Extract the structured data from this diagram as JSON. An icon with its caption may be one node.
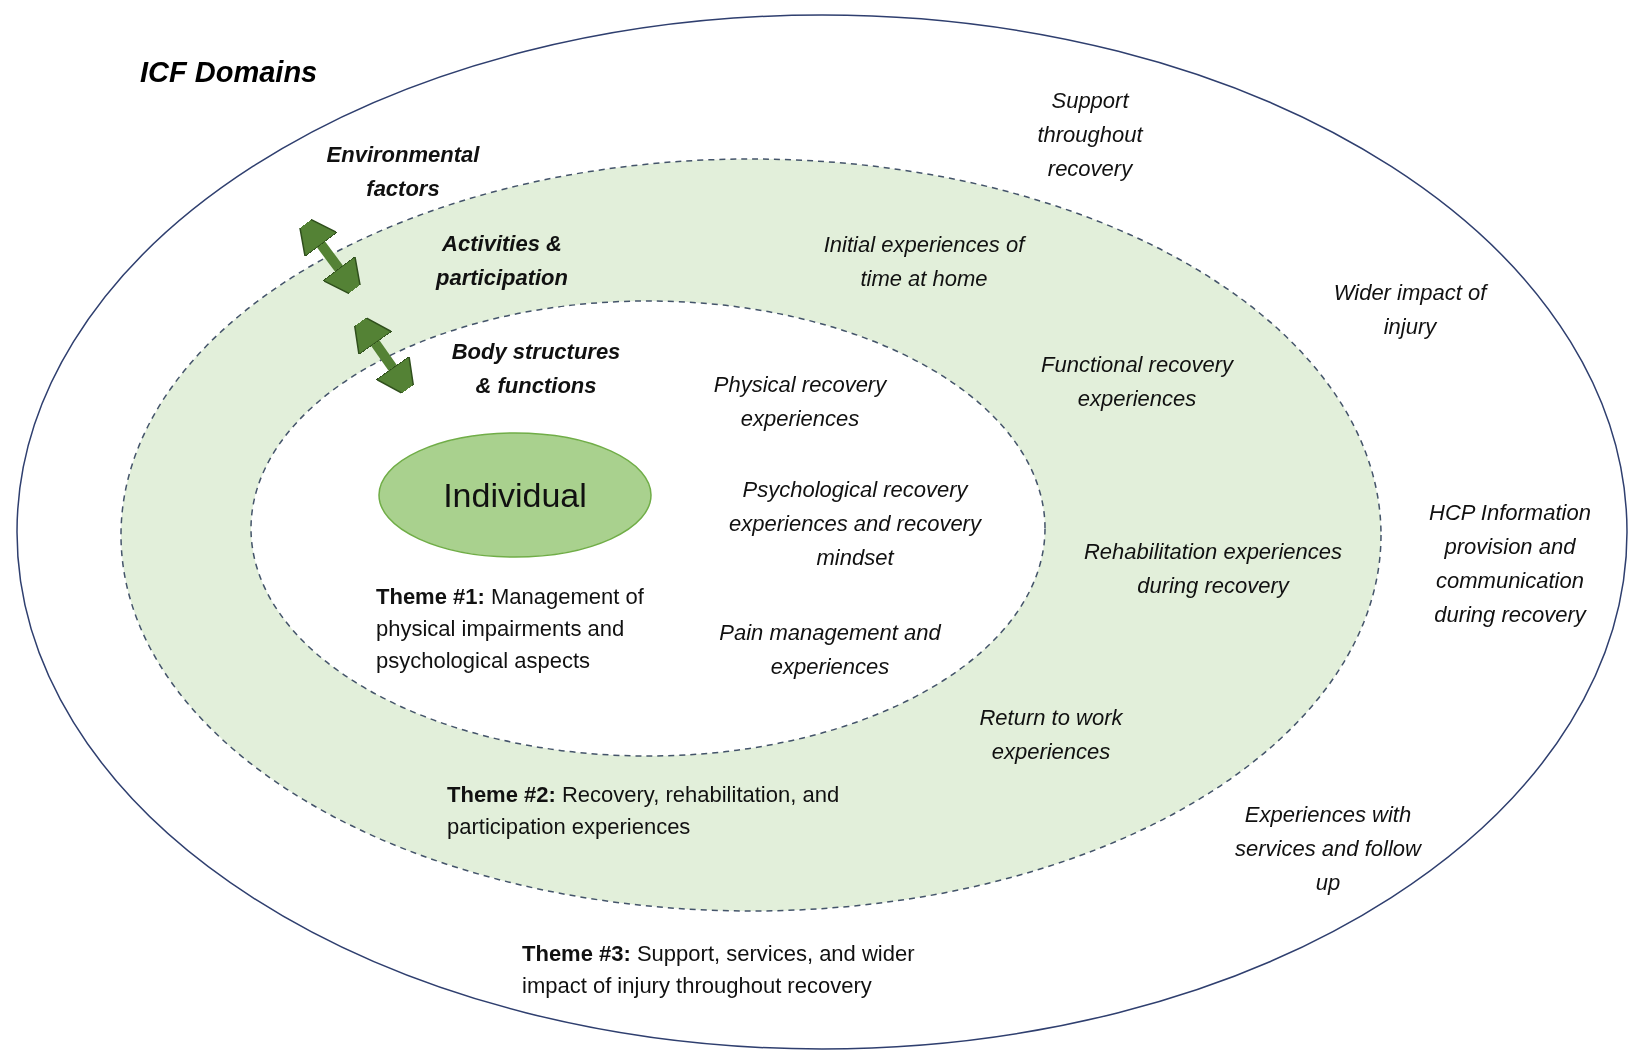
{
  "diagram": {
    "title": "ICF Domains",
    "nodes": [
      {
        "text": [
          "Environmental factors",
          "Support throughout recovery",
          "Wider impact of injury",
          "HCP Information provision and communication during recovery",
          "Experiences with services and follow up",
          "**Theme #3:** Support, services, and wider impact of injury throughout recovery"
        ]
      },
      {
        "text": [
          "Activities & participation",
          "Initial experiences of time at home",
          "Functional recovery experiences",
          "Rehabilitation experiences during recovery",
          "Return to work experiences",
          "**Theme #2:** Recovery, rehabilitation, and participation experiences"
        ],
        "in": 0
      },
      {
        "text": [
          "Body structures & functions",
          "Physical recovery experiences",
          "Psychological recovery experiences and recovery mindset",
          "**Theme #1:** Management of physical impairments and psychological aspects",
          "Pain management and experiences"
        ],
        "in": 1
      },
      {
        "text": [
          "Individual"
        ],
        "in": 2
      }
    ],
    "edges": [
      {
        "from": 0,
        "to": 1,
        "arrow": "both"
      },
      {
        "from": 1,
        "to": 2,
        "arrow": "both"
      }
    ]
  }
}
